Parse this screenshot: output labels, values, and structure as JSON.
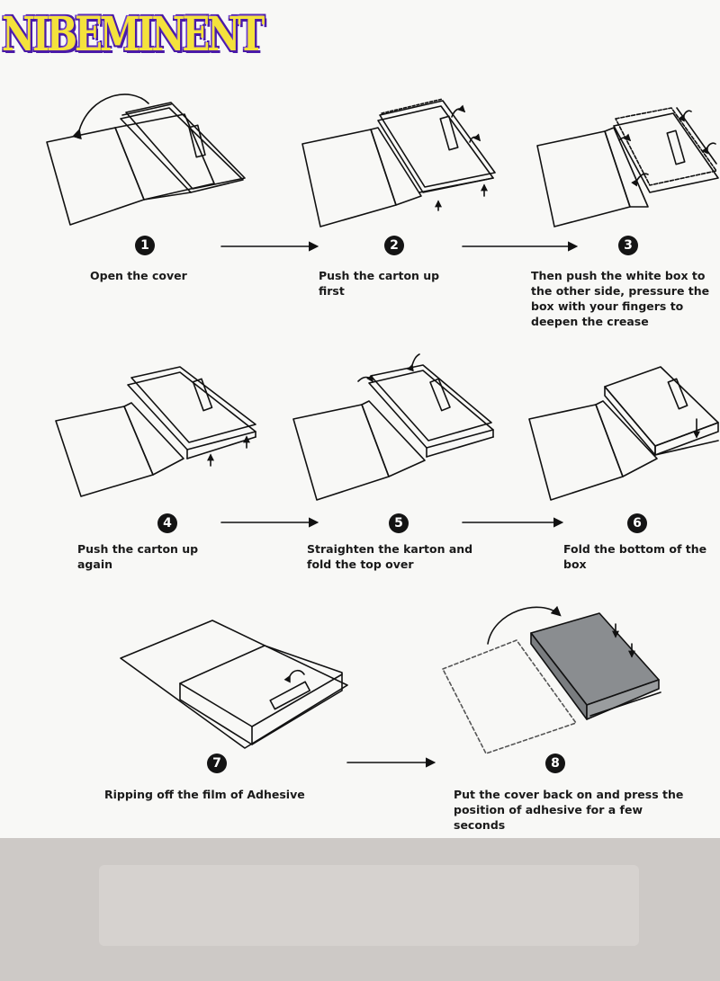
{
  "brand": {
    "text": "NIBEMINENT",
    "fill_color": "#f4e23c",
    "outline_color": "#4a1aa8"
  },
  "steps": [
    {
      "number": "1",
      "caption": "Open the cover"
    },
    {
      "number": "2",
      "caption": "Push the carton up first"
    },
    {
      "number": "3",
      "caption": "Then push the white box to the other side, pressure the box with your fingers to deepen the crease"
    },
    {
      "number": "4",
      "caption": "Push the carton up again"
    },
    {
      "number": "5",
      "caption": "Straighten the karton and fold the top over"
    },
    {
      "number": "6",
      "caption": "Fold the bottom of the box"
    },
    {
      "number": "7",
      "caption": "Ripping off the film of Adhesive"
    },
    {
      "number": "8",
      "caption": "Put the cover back on and press the position of adhesive for a few seconds"
    }
  ],
  "colors": {
    "line": "#111111",
    "step_badge": "#141414",
    "final_box": "#8a8d90",
    "bottom_band": "#cdc9c6"
  },
  "icons": [
    "step-badge",
    "flow-arrow",
    "curved-arrow",
    "push-arrow"
  ]
}
